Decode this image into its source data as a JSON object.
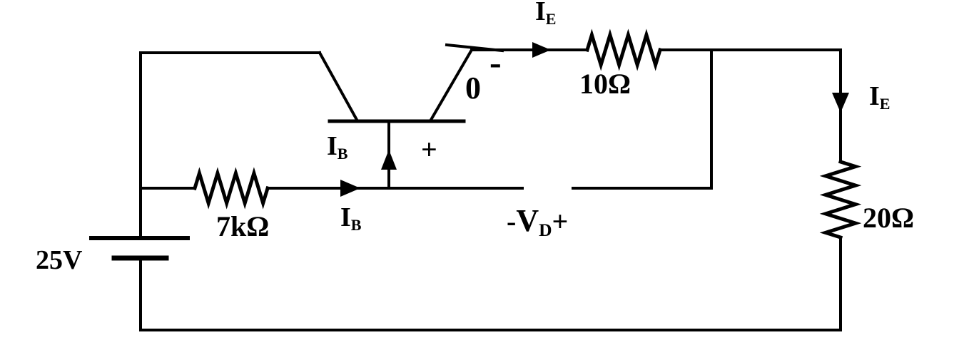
{
  "colors": {
    "ink": "#000000",
    "background": "#ffffff"
  },
  "labels": {
    "source_voltage": "25V",
    "r_base": "7kΩ",
    "r_emitter_series": "10Ω",
    "r_emitter_load": "20Ω",
    "i_b_mid": {
      "symbol": "I",
      "subscript": "B"
    },
    "i_b_base": {
      "symbol": "I",
      "subscript": "B"
    },
    "i_e_top": {
      "symbol": "I",
      "subscript": "E"
    },
    "i_e_right": {
      "symbol": "I",
      "subscript": "E"
    },
    "plus_base": "+",
    "node_zero": "0",
    "node_zero_superscript": "-",
    "v_diode": {
      "prefix": "-",
      "symbol": "V",
      "subscript": "D",
      "suffix": "+"
    }
  }
}
